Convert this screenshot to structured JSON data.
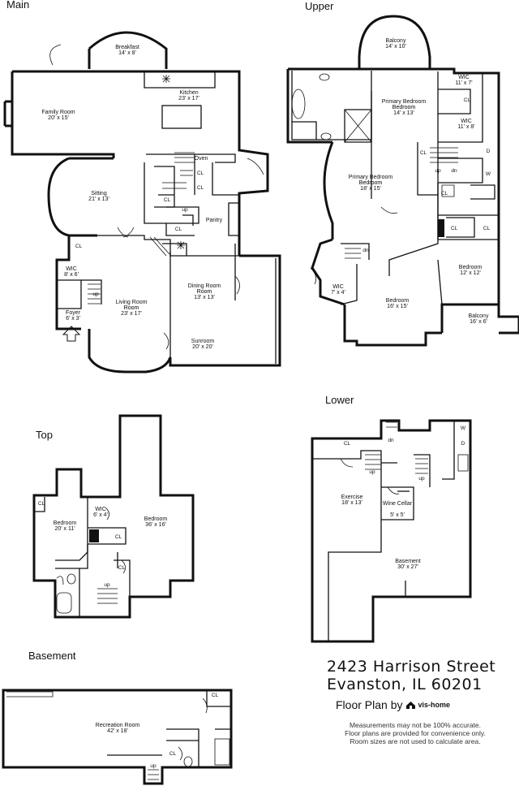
{
  "sections": {
    "main": "Main",
    "upper": "Upper",
    "top": "Top",
    "lower": "Lower",
    "basement": "Basement"
  },
  "rooms": {
    "main": [
      {
        "name": "Breakfast",
        "size": "14' x 8'"
      },
      {
        "name": "Kitchen",
        "size": "23' x 17'"
      },
      {
        "name": "Family Room",
        "size": "20' x 15'"
      },
      {
        "name": "Sitting",
        "size": "21' x 13'"
      },
      {
        "name": "Pantry",
        "size": ""
      },
      {
        "name": "Oven",
        "size": ""
      },
      {
        "name": "WIC",
        "size": "8' x 6'"
      },
      {
        "name": "Living Room",
        "size": "23' x 17'"
      },
      {
        "name": "Dining Room",
        "size": "13' x 13'"
      },
      {
        "name": "Foyer",
        "size": "6' x 3'"
      },
      {
        "name": "Sunroom",
        "size": "20' x 20'"
      }
    ],
    "upper": [
      {
        "name": "Balcony",
        "size": "14' x 10'"
      },
      {
        "name": "Primary Bedroom",
        "size": "14' x 13'"
      },
      {
        "name": "WIC",
        "size": "11' x 7'"
      },
      {
        "name": "WIC",
        "size": "11' x 8'"
      },
      {
        "name": "Primary Bedroom",
        "size": "18' x 15'"
      },
      {
        "name": "Bedroom",
        "size": "12' x 12'"
      },
      {
        "name": "WIC",
        "size": "7' x 4'"
      },
      {
        "name": "Bedroom",
        "size": "16' x 15'"
      },
      {
        "name": "Balcony",
        "size": "16' x 6'"
      }
    ],
    "top": [
      {
        "name": "Bedroom",
        "size": "20' x 11'"
      },
      {
        "name": "WIC",
        "size": "6' x 4'"
      },
      {
        "name": "Bedroom",
        "size": "36' x 16'"
      }
    ],
    "lower": [
      {
        "name": "Exercise",
        "size": "18' x 13'"
      },
      {
        "name": "Wine Cellar",
        "size": "5' x 5'"
      },
      {
        "name": "Basement",
        "size": "30' x 27'"
      }
    ],
    "basement": [
      {
        "name": "Recreation Room",
        "size": "42' x 18'"
      }
    ]
  },
  "marks": {
    "closet": "CL",
    "up": "up",
    "down": "dn",
    "washer": "W",
    "dryer": "D"
  },
  "address": {
    "line1": "2423 Harrison Street",
    "line2": "Evanston, IL 60201"
  },
  "credit": {
    "label": "Floor Plan by",
    "brand": "vis-home"
  },
  "disclaimer": [
    "Measurements may not be 100% accurate.",
    "Floor plans are provided for convenience only.",
    "Room sizes are not used to calculate area."
  ]
}
